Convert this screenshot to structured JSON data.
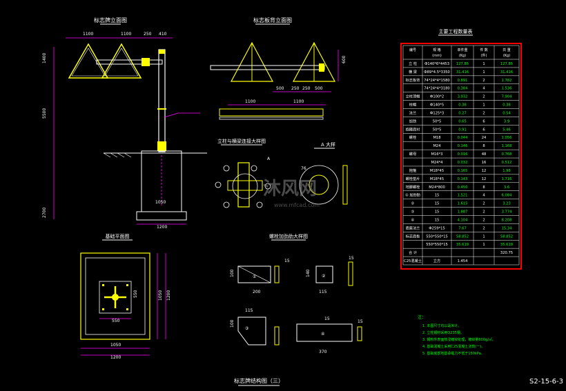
{
  "drawing_number": "S2-15-6-3",
  "sheet_title": "标志牌结构图（三）",
  "views": {
    "elevation_title": "标志牌立面图",
    "side_title": "标志板背立面图",
    "plan_title": "基础平面图",
    "detail_title": "立柱与横梁连接大样图",
    "detail_a_title": "A 大样",
    "stiffener_title": "螺栓加劲肋大样图"
  },
  "dims": {
    "top_1100": "1100",
    "top_1100b": "1100",
    "top_250": "250",
    "top_410": "410",
    "left_h_total": "5500",
    "left_h_upper": "1400",
    "left_h_base": "2700",
    "base_1050": "1050",
    "base_1200": "1200",
    "side_600": "600",
    "side_500": "500",
    "side_250": "250",
    "side_250b": "250",
    "side_500b": "500",
    "side_1100": "1100",
    "side_1100b": "1100",
    "plan_550": "550",
    "plan_550v": "550",
    "plan_1050": "1050",
    "plan_1200": "1200",
    "plan_1050v": "1050",
    "plan_1200v": "1200",
    "stiff_200": "200",
    "stiff_100": "100",
    "stiff_15": "15",
    "stiff_140": "140",
    "stiff_115": "115",
    "stiff_15b": "15",
    "stiff2_115": "115",
    "stiff2_100": "100",
    "stiff2_15": "15",
    "stiff2_370": "370",
    "stiff2_15b": "15",
    "detail_a_dim": "76"
  },
  "table": {
    "title": "主要工程数量表",
    "headers": [
      "编号",
      "规  格\n(mm)",
      "单件重\n(Kg)",
      "件 数\n(件)",
      "共 重\n(Kg)"
    ],
    "rows": [
      [
        "立 柱",
        "Ф140*6*4453",
        "127.85",
        "1",
        "127.85"
      ],
      [
        "横 梁",
        "Ф89*4.5*3350",
        "31.416",
        "1",
        "31.416"
      ],
      [
        "标志板背",
        "74*24*4*1580",
        "0.891",
        "2",
        "1.782"
      ],
      [
        "",
        "74*24*4*3180",
        "0.384",
        "4",
        "1.536"
      ],
      [
        "立柱顶帽",
        "Ф100*2",
        "3.932",
        "2",
        "7.904"
      ],
      [
        "柱帽",
        "Ф140*5",
        "0.38",
        "1",
        "0.38"
      ],
      [
        "法兰",
        "Ф125*3",
        "0.27",
        "2",
        "0.54"
      ],
      [
        "加劲",
        "50*5",
        "0.65",
        "6",
        "3.9"
      ],
      [
        "抱箍底衬",
        "50*5",
        "0.91",
        "6",
        "5.46"
      ],
      [
        "螺栓",
        "M18",
        "0.044",
        "24",
        "1.056"
      ],
      [
        "",
        "M24",
        "0.146",
        "8",
        "1.168"
      ],
      [
        "螺母",
        "M16*3",
        "0.016",
        "48",
        "0.768"
      ],
      [
        "",
        "M24*4",
        "0.032",
        "16",
        "0.512"
      ],
      [
        "抱箍",
        "M18*45",
        "0.165",
        "12",
        "1.98"
      ],
      [
        "螺栓垫片",
        "M18*45",
        "0.143",
        "12",
        "1.716"
      ],
      [
        "地脚螺栓",
        "M24*800",
        "0.450",
        "8",
        "3.6"
      ],
      [
        "① 加劲肋",
        "15",
        "1.521",
        "4",
        "6.084"
      ],
      [
        "②",
        "15",
        "1.615",
        "2",
        "3.23"
      ],
      [
        "③",
        "15",
        "1.887",
        "2",
        "3.774"
      ],
      [
        "④",
        "15",
        "4.104",
        "2",
        "8.208"
      ],
      [
        "底座法兰",
        "Ф259*15",
        "7.67",
        "2",
        "15.34"
      ],
      [
        "标志底板",
        "550*550*15",
        "58.852",
        "1",
        "58.852"
      ],
      [
        "",
        "550*550*15",
        "35.619",
        "1",
        "35.619"
      ],
      [
        "合 计",
        "",
        "",
        "",
        "320.75"
      ],
      [
        "C25混凝土",
        "立方",
        "1.454",
        "",
        ""
      ]
    ]
  },
  "notes": {
    "title": "注：",
    "items": [
      "1. 本图尺寸均以毫米计。",
      "2. 立柱钢材采用Q235钢。",
      "3. 钢构件表面热浸镀锌处理，镀锌量600g/㎡。",
      "4. 基础混凝土采用C25混凝土浇筑(一)。",
      "5. 基础底部地基承载力不低于150kPa。"
    ]
  },
  "watermark": {
    "text": "沐风网",
    "url": "www.mfcad.com"
  },
  "colors": {
    "background": "#000000",
    "line_white": "#ffffff",
    "line_yellow": "#ffff00",
    "line_magenta": "#ff00ff",
    "line_green": "#00ff00",
    "border_red": "#ff0000",
    "text_white": "#ffffff"
  }
}
